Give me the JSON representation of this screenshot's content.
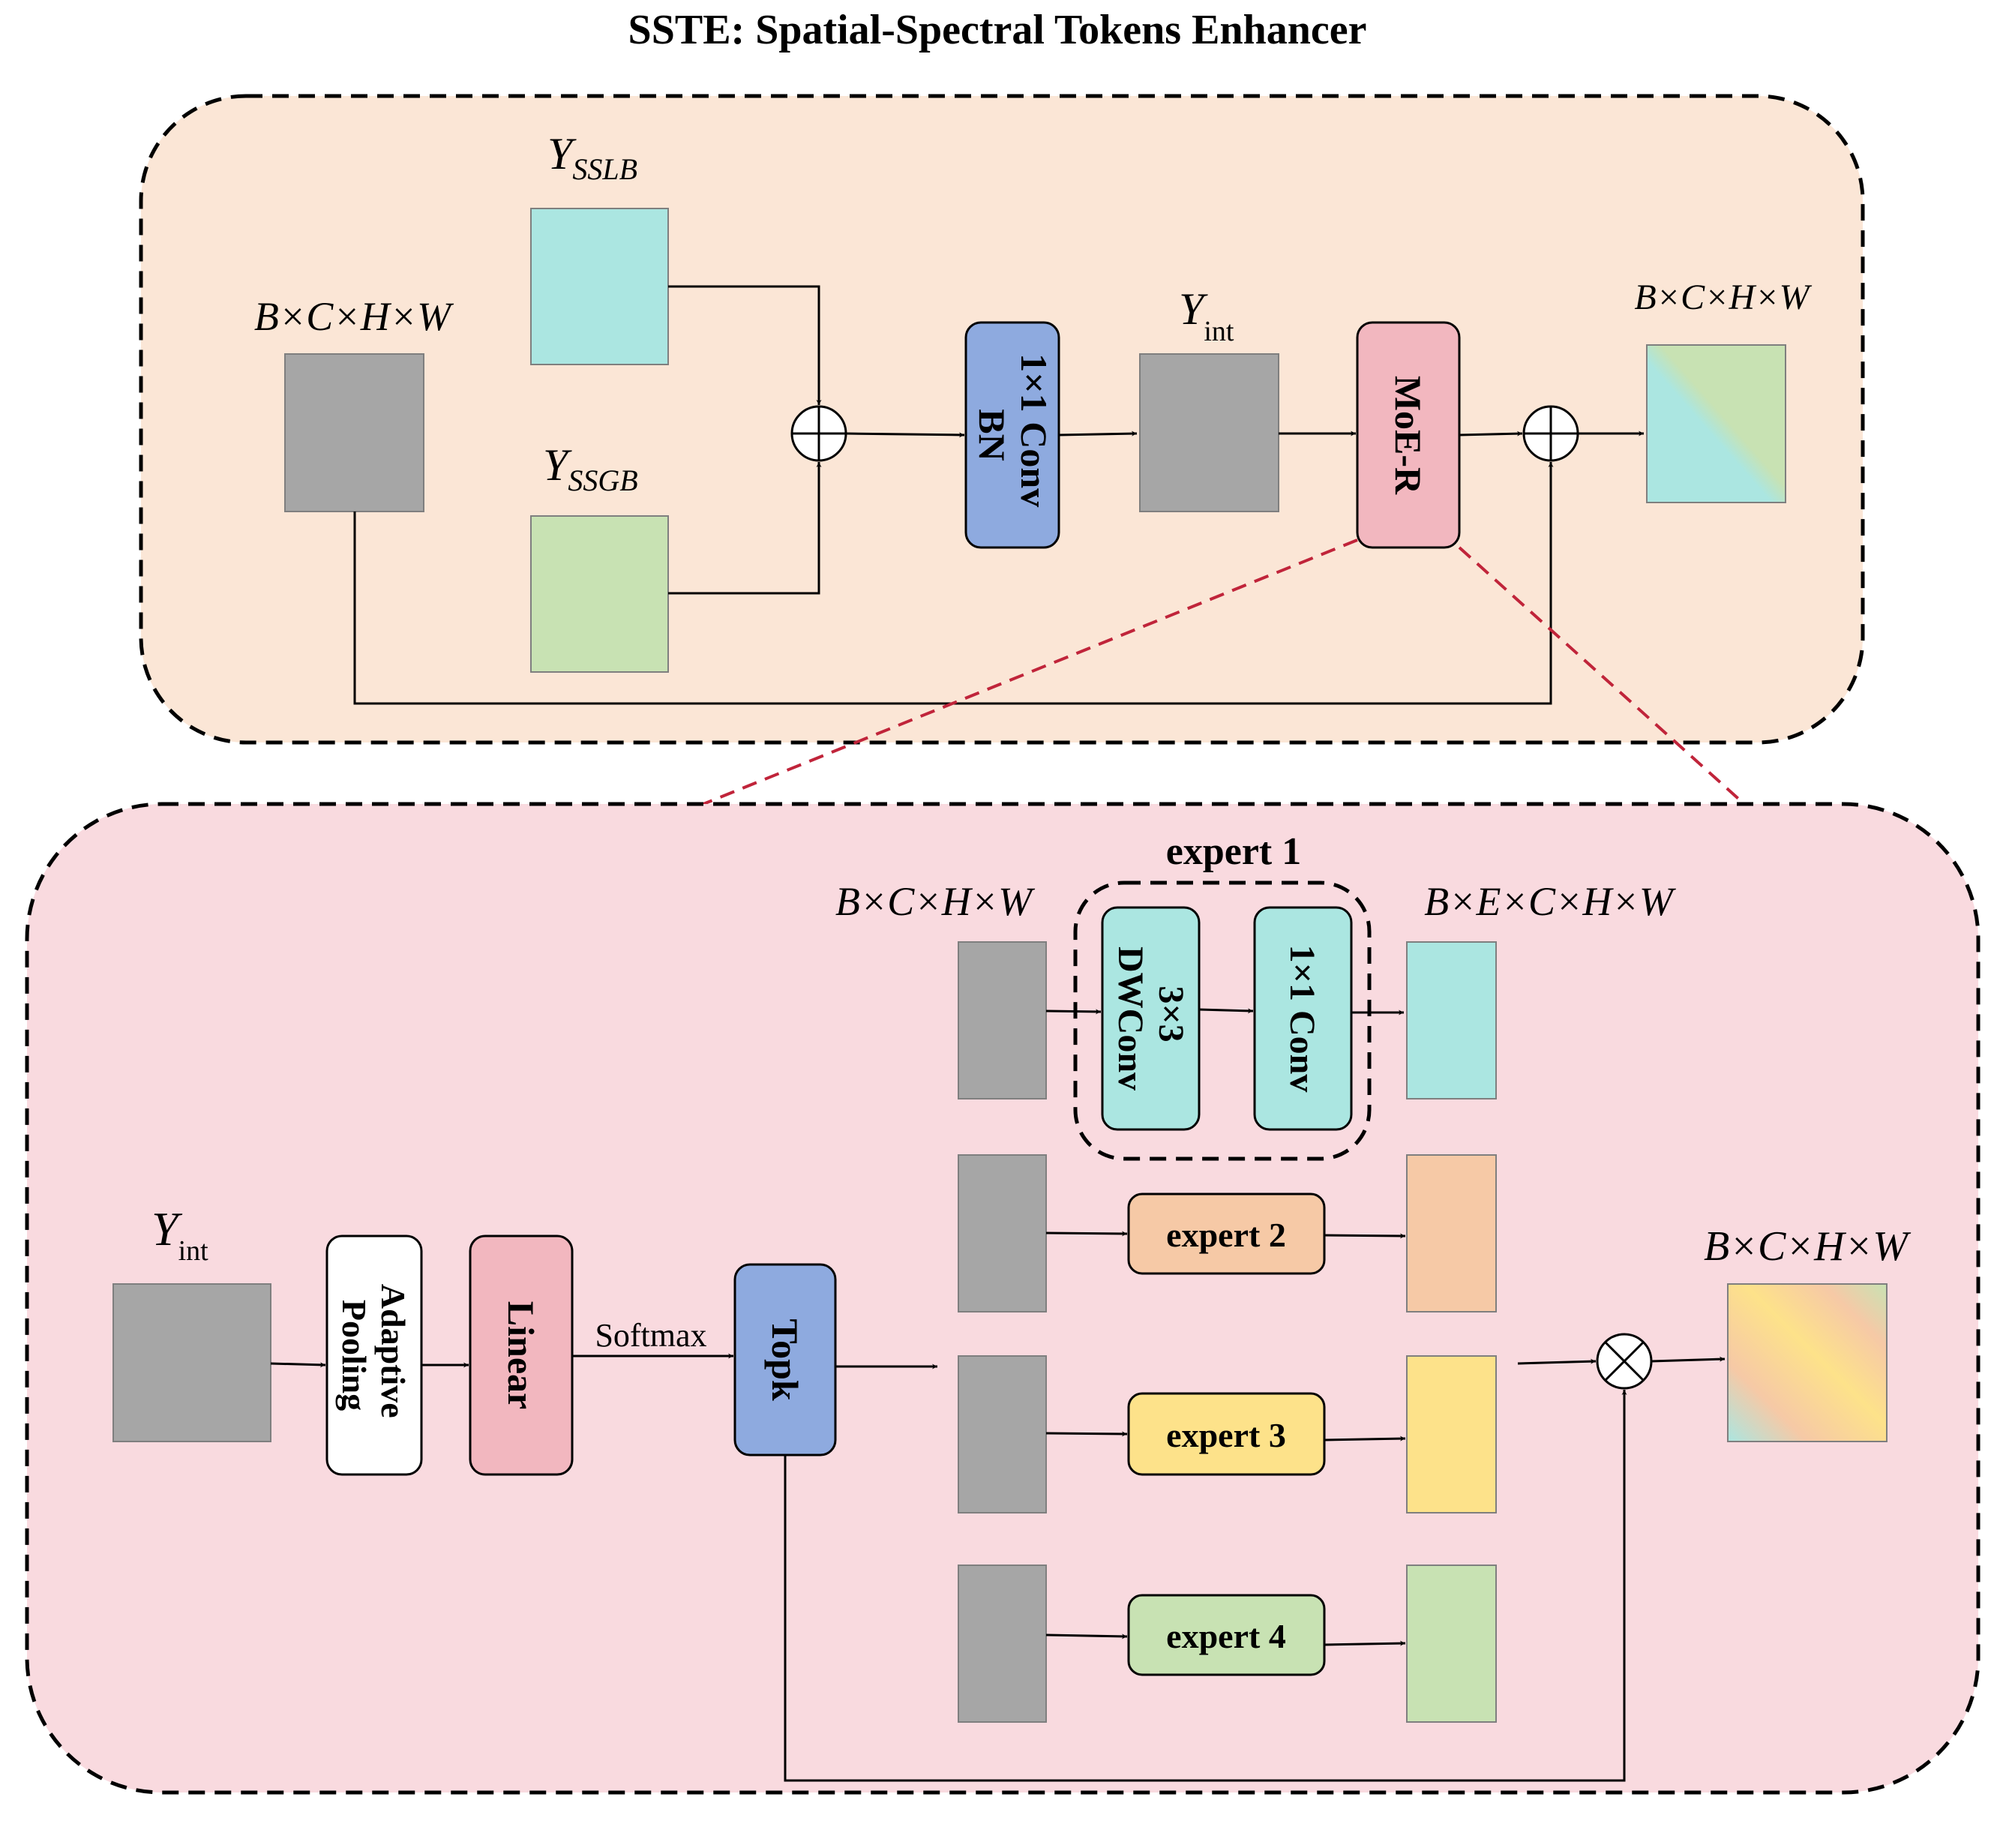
{
  "title": "SSTE: Spatial-Spectral Tokens Enhancer",
  "colors": {
    "top_panel_bg": "#fbe6d6",
    "bottom_panel_bg": "#f9dadf",
    "gray_block": "#a6a6a6",
    "cyan_block": "#abe6e1",
    "green_block": "#c8e2b3",
    "blue_module": "#8eaadf",
    "pink_module": "#f2b7bf",
    "orange_block": "#f6c9a6",
    "yellow_block": "#fde28a",
    "red_dashed_link": "#c0243a"
  },
  "top": {
    "input_label": "B×C×H×W",
    "y_sslb": {
      "main": "Y",
      "sub": "SSLB"
    },
    "y_ssgb": {
      "main": "Y",
      "sub": "SSGB"
    },
    "conv_line1": "1×1 Conv",
    "conv_line2": "BN",
    "y_int": {
      "main": "Y",
      "sub": "int"
    },
    "moe_label": "MoE-R",
    "output_label": "B×C×H×W",
    "add_op_icon": "plus-circle",
    "residual_add_icon": "plus-circle"
  },
  "bottom": {
    "y_int": {
      "main": "Y",
      "sub": "int"
    },
    "pool_line1": "Adaptive",
    "pool_line2": "Pooling",
    "linear_label": "Linear",
    "softmax_label": "Softmax",
    "topk_label": "Topk",
    "expert1_title": "expert 1",
    "expert1_in_label": "B×C×H×W",
    "expert1_out_label": "B×E×C×H×W",
    "dwconv_line1": "3×3",
    "dwconv_line2": "DWConv",
    "conv1x1_label": "1×1 Conv",
    "expert2_label": "expert 2",
    "expert3_label": "expert 3",
    "expert4_label": "expert 4",
    "output_label": "B×C×H×W",
    "multiply_icon": "times-circle"
  }
}
